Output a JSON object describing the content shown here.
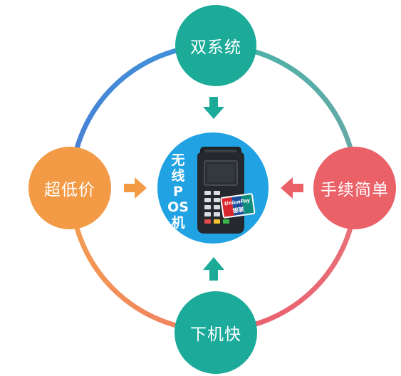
{
  "nodes": {
    "top": "双系统",
    "left": "超低价",
    "right": "手续简单",
    "bottom": "下机快"
  },
  "center": {
    "label": "无线POS机",
    "card_brand": "UnionPay",
    "card_brand_cn": "银联"
  },
  "colors": {
    "teal": "#1cab99",
    "orange": "#f29a46",
    "red": "#ea6168",
    "blue": "#21a2e3"
  }
}
